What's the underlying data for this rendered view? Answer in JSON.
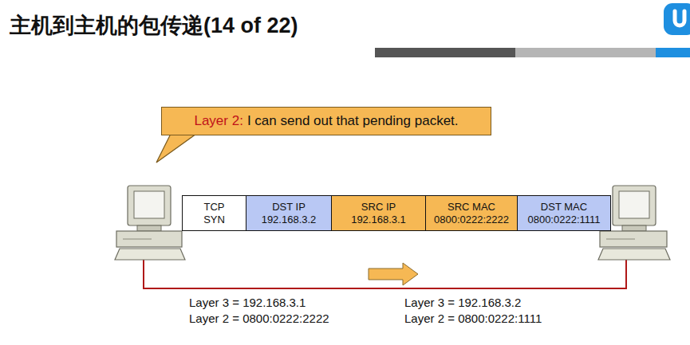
{
  "diagram": {
    "title": "主机到主机的包传递(14 of 22)",
    "nodes": [
      {
        "text": [
          "Layer 2:",
          "I can send out that pending packet."
        ]
      },
      {
        "text": [
          "TCP",
          "SYN"
        ]
      },
      {
        "text": [
          "DST IP",
          "192.168.3.2"
        ]
      },
      {
        "text": [
          "SRC IP",
          "192.168.3.1"
        ]
      },
      {
        "text": [
          "SRC MAC",
          "0800:0222:2222"
        ]
      },
      {
        "text": [
          "DST MAC",
          "0800:0222:1111"
        ]
      }
    ],
    "labels": [
      "Layer 3 = 192.168.3.1",
      "Layer 2 = 0800:0222:2222",
      "Layer 3 = 192.168.3.2",
      "Layer 2 = 0800:0222:1111"
    ]
  }
}
